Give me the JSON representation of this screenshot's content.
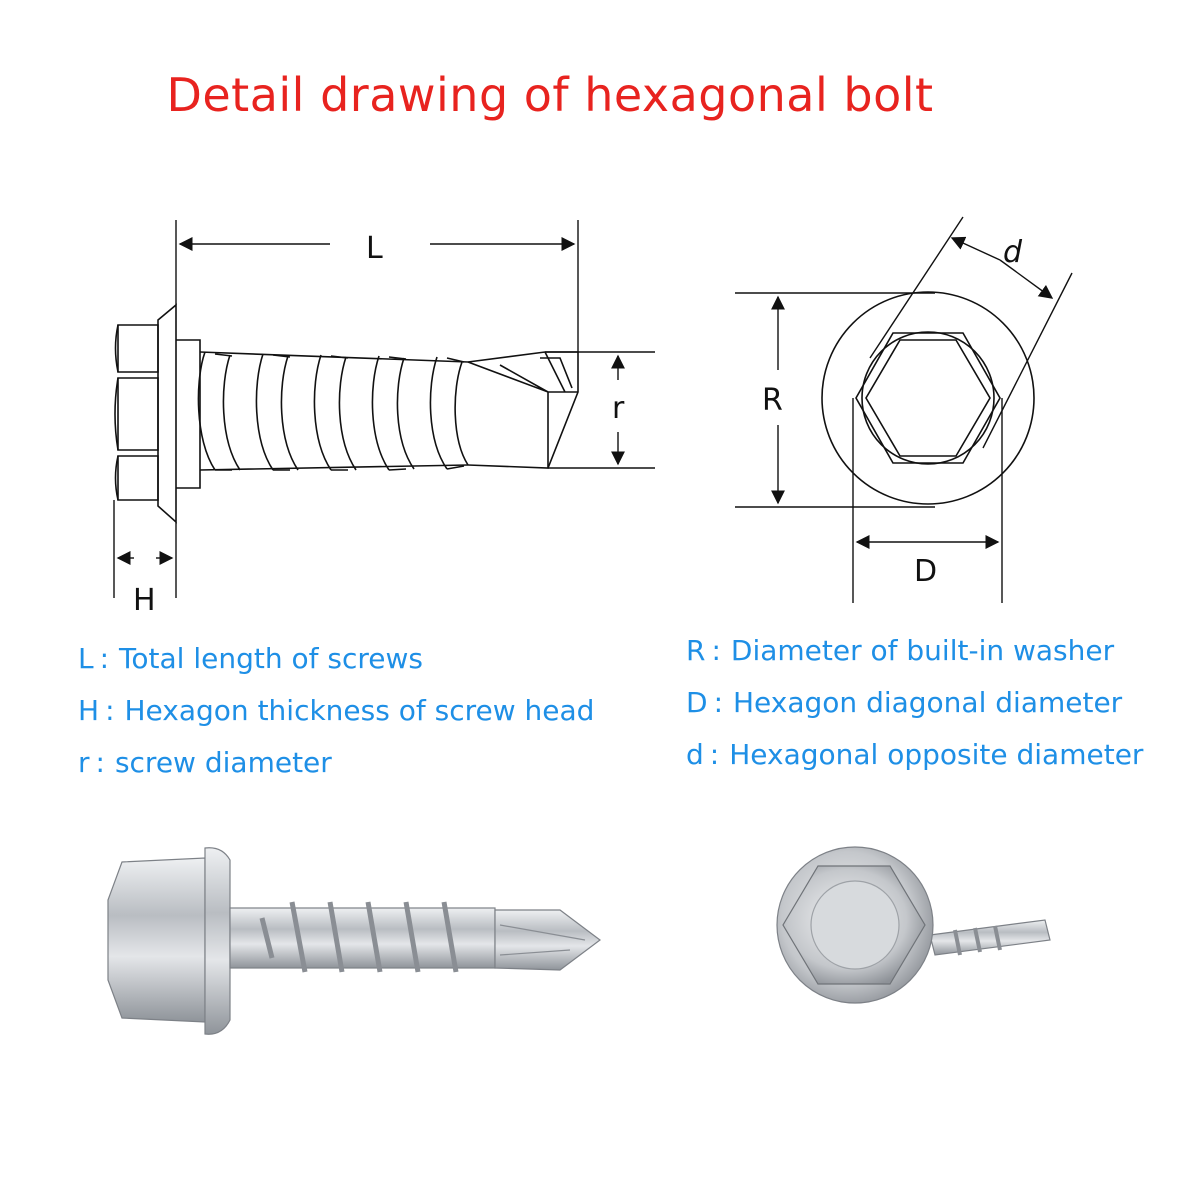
{
  "title": "Detail drawing of hexagonal bolt",
  "dimension_symbols": {
    "L": "L",
    "H": "H",
    "r": "r",
    "R": "R",
    "D": "D",
    "d": "d"
  },
  "legend_left": [
    {
      "symbol": "L",
      "text": "Total length of screws"
    },
    {
      "symbol": "H",
      "text": "Hexagon thickness of screw head"
    },
    {
      "symbol": "r",
      "text": "screw diameter"
    }
  ],
  "legend_right": [
    {
      "symbol": "R",
      "text": "Diameter of built-in washer"
    },
    {
      "symbol": "D",
      "text": "Hexagon diagonal diameter"
    },
    {
      "symbol": "d",
      "text": "Hexagonal opposite diameter"
    }
  ],
  "separator": ":",
  "colors": {
    "title": "#e8231f",
    "legend": "#1e8fe6",
    "line": "#111111",
    "metal": "#c9ccd0"
  }
}
